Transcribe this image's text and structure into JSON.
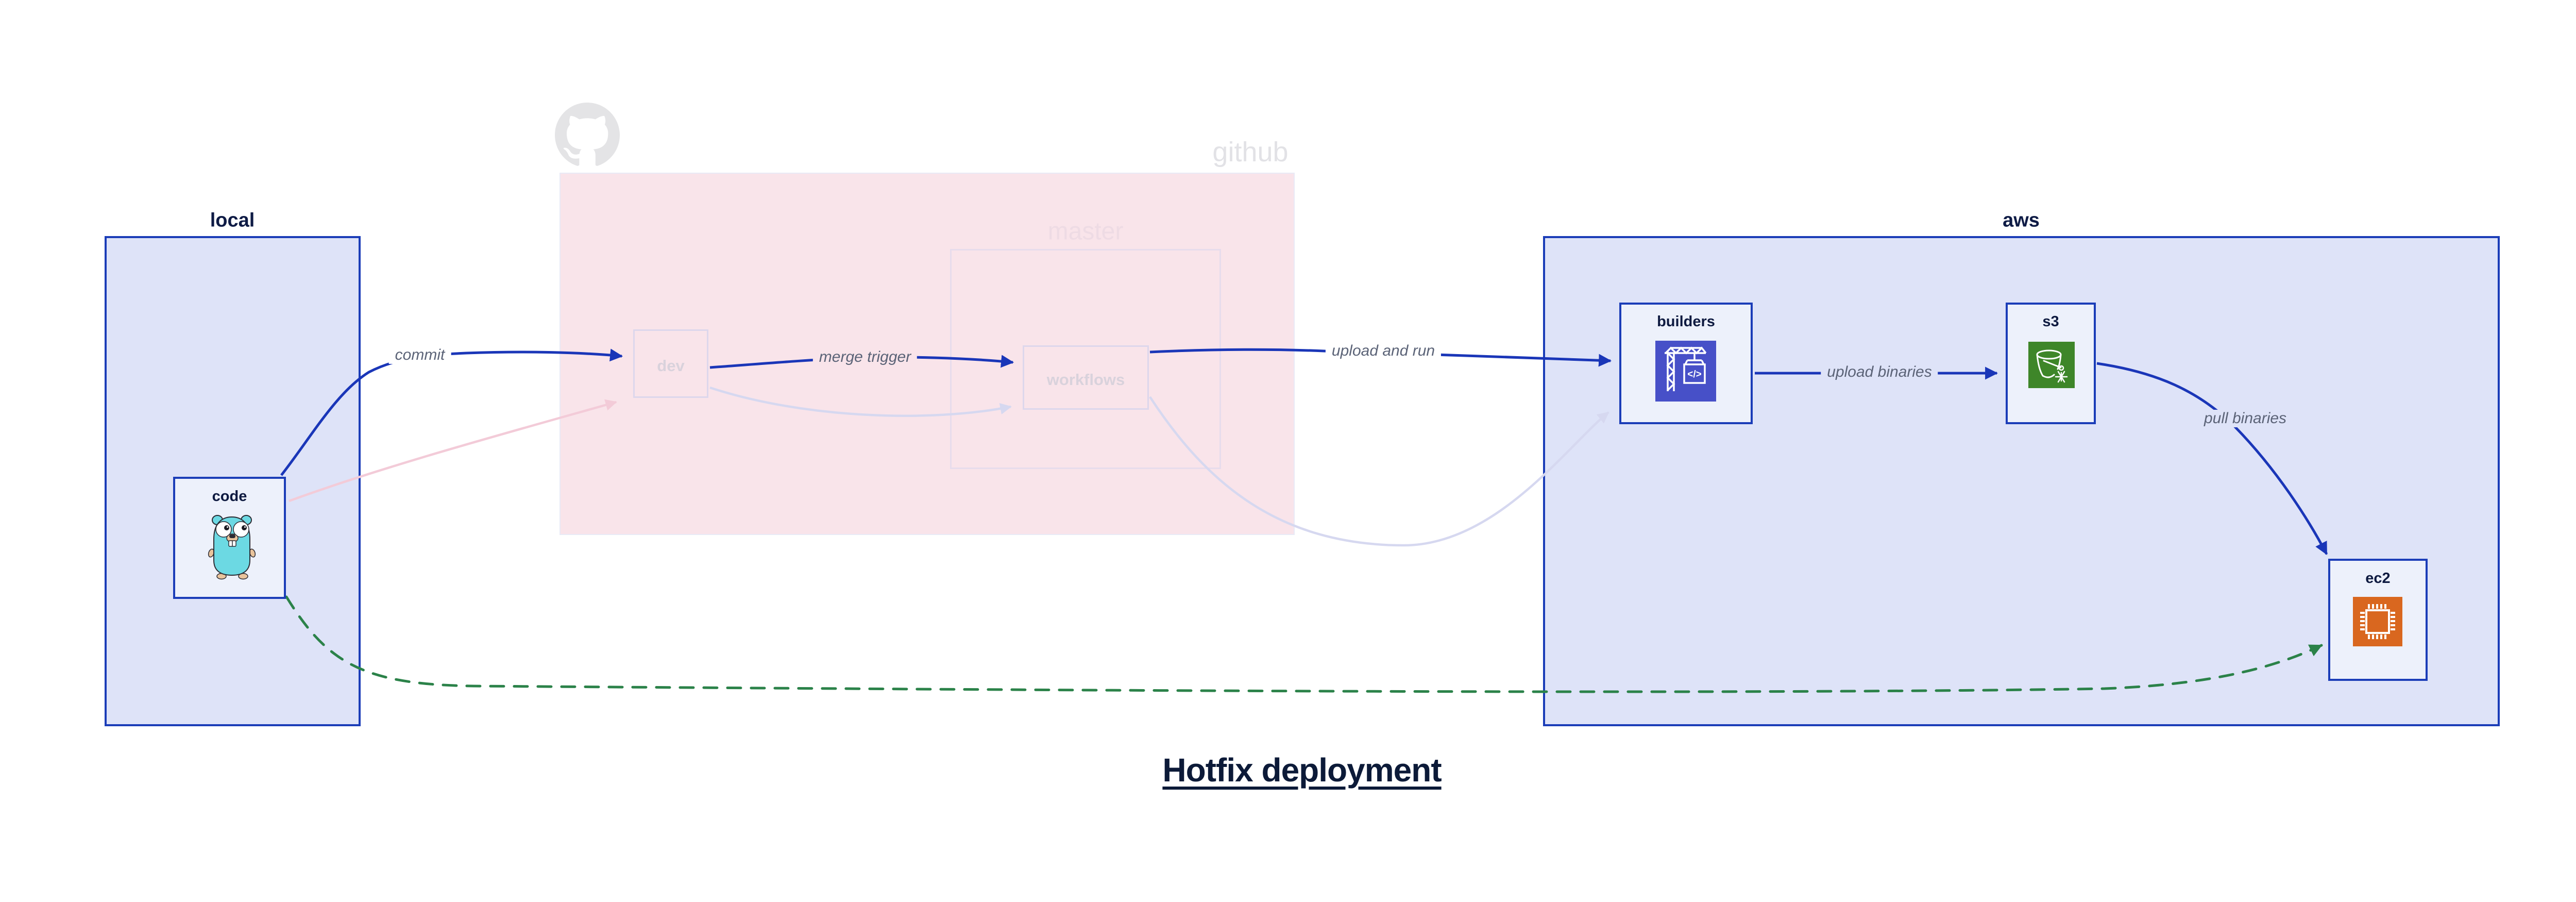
{
  "title": "Hotfix deployment",
  "containers": {
    "local": {
      "label": "local"
    },
    "github": {
      "label": "github"
    },
    "master": {
      "label": "master"
    },
    "aws": {
      "label": "aws"
    }
  },
  "nodes": {
    "code": {
      "label": "code",
      "icon": "go-gopher-icon"
    },
    "dev": {
      "label": "dev",
      "faded": true
    },
    "workflows": {
      "label": "workflows",
      "faded": true
    },
    "builders": {
      "label": "builders",
      "icon": "codebuild-crane-icon"
    },
    "s3": {
      "label": "s3",
      "icon": "s3-glacier-bucket-icon"
    },
    "ec2": {
      "label": "ec2",
      "icon": "ec2-chip-icon"
    }
  },
  "edges": {
    "commit": {
      "label": "commit"
    },
    "merge_trigger": {
      "label": "merge trigger"
    },
    "upload_and_run": {
      "label": "upload and run"
    },
    "upload_binaries": {
      "label": "upload binaries"
    },
    "pull_binaries": {
      "label": "pull binaries"
    },
    "hotfix_direct": {
      "style": "dashed-green-no-label"
    },
    "faded_code_to_dev": {
      "style": "faded-pink"
    },
    "faded_dev_to_workflows": {
      "style": "faded-lavender"
    },
    "faded_workflows_to_builders": {
      "style": "faded-lavender"
    }
  },
  "icons": {
    "octocat": "github-octocat-icon",
    "gopher": "go-gopher-icon",
    "codebuild": "codebuild-crane-icon",
    "s3glacier": "s3-glacier-bucket-icon",
    "ec2chip": "ec2-chip-icon"
  },
  "colors": {
    "strong_blue": "#1b3db8",
    "arrow_blue": "#1a36b8",
    "hotfix_green": "#2b8249",
    "container_fill": "#dee3f8",
    "node_fill": "#edf1fb",
    "github_fill": "#f9e4ea",
    "faded_pink_edge": "#f3cbd8",
    "faded_lavender_edge": "#d6d8f0",
    "navy_text": "#0e1b45",
    "edge_label_gray": "#5b6377",
    "codebuild_indigo": "#4750c8",
    "s3_green": "#3e8629",
    "ec2_orange": "#d9671f"
  }
}
